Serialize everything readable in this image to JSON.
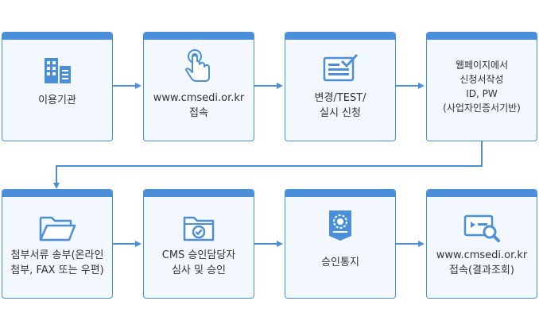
{
  "colors": {
    "accent": "#4a8fd8",
    "card_bg": "#f3f8fe",
    "text": "#333333"
  },
  "steps": [
    {
      "icon": "building-icon",
      "lines": [
        "이용기관"
      ]
    },
    {
      "icon": "touch-hand-icon",
      "lines": [
        "www.cmsedi.or.kr",
        "접속"
      ]
    },
    {
      "icon": "form-check-icon",
      "lines": [
        "변경/TEST/",
        "실시 신청"
      ]
    },
    {
      "icon": "",
      "lines": [
        "웹페이지에서",
        "신청서작성",
        "ID, PW",
        "(사업자인증서기반)"
      ]
    },
    {
      "icon": "folder-icon",
      "lines": [
        "첨부서류 송부(온라인",
        "첨부, FAX 또는 우편)"
      ]
    },
    {
      "icon": "folder-check-icon",
      "lines": [
        "CMS 승인담당자",
        "심사 및 승인"
      ]
    },
    {
      "icon": "badge-icon",
      "lines": [
        "승인통지"
      ]
    },
    {
      "icon": "search-screen-icon",
      "lines": [
        "www.cmsedi.or.kr",
        "접속(결과조회)"
      ]
    }
  ]
}
